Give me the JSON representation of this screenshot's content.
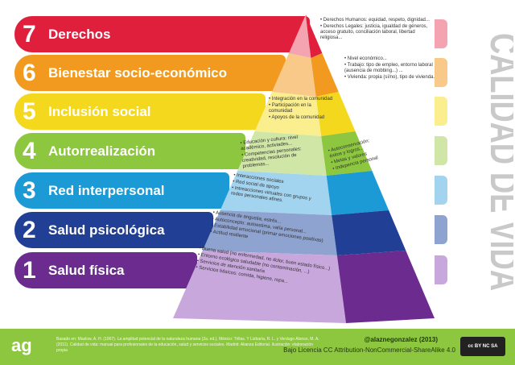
{
  "title": "CALIDAD DE VIDA",
  "levels": [
    {
      "num": "7",
      "label": "Derechos",
      "color": "#e01f3d",
      "light": "#f4a3b0",
      "notes": [
        "Derechos Humanos: equidad, respeto, dignidad...",
        "Derechos Legales: justicia, igualdad de géneros, acceso gratuito, conciliación laboral, libertad religiosa..."
      ]
    },
    {
      "num": "6",
      "label": "Bienestar socio-económico",
      "color": "#f29a1f",
      "light": "#f9c98a",
      "notes": [
        "Nivel económico...",
        "Trabajo: tipo de empleo, entorno laboral (ausencia de mobbing...) ...",
        "Vivienda: propia (sí/no), tipo de vivienda..."
      ]
    },
    {
      "num": "5",
      "label": "Inclusión social",
      "color": "#f4d81e",
      "light": "#fbee8e",
      "notes": [
        "Integración en la comunidad",
        "Participación en la comunidad",
        "Apoyos de la comunidad"
      ]
    },
    {
      "num": "4",
      "label": "Autorrealización",
      "color": "#8dc63f",
      "light": "#cfe6a6",
      "notes": [
        "Educación y cultura: nivel académico, activiades...",
        "Competencias personales: creatividad, resolución de problemas..."
      ],
      "notes_b": [
        "Autoconservación: éxitos y logros...",
        "Metas y valores",
        "Indepencia personal"
      ]
    },
    {
      "num": "3",
      "label": "Red interpersonal",
      "color": "#1c9ad6",
      "light": "#a3d4ef",
      "notes": [
        "Interacciones sociales",
        "Red social de apoyo",
        "Intreacciones virtuales con grupos y redes personales afines."
      ]
    },
    {
      "num": "2",
      "label": "Salud psicológica",
      "color": "#213f94",
      "light": "#8fa3d0",
      "notes": [
        "Ausencia de angustia, estrés...",
        "Autoconcepto: autoestima, valía personal...",
        "Estabilidad emocional (primar emociones positivas)",
        "Actitud resiliente"
      ]
    },
    {
      "num": "1",
      "label": "Salud física",
      "color": "#6c2c8f",
      "light": "#c8a8dc",
      "notes": [
        "Buena salud (no enfermedad, no dolor, buen estado físico...)",
        "Entorno ecológico saludable (no contaminación, ...)",
        "Servicios de atención sanitaria",
        "Servicios básicos: comida, higiene, ropa..."
      ]
    }
  ],
  "footer": {
    "logo": "ag",
    "refs": "Basado en: Maslow, A. H. (1967). La amplitud potencial de la naturaleza humana (2a. ed.). México: Trillas. Y Lizbaría, R. L. y Verdugo Alonso, M. A. (2011). Calidad de vida: manual para profesionales de la educación, salud y servicios sociales. Madrid: Alianza Editorial.  Ilustración: elaboración propia",
    "twitter": "@alaznegonzalez (2013)",
    "license": "Bajo Licencia CC Attribution-NonCommercial-ShareAlike 4.0",
    "cc_badge": "cc BY NC SA"
  }
}
